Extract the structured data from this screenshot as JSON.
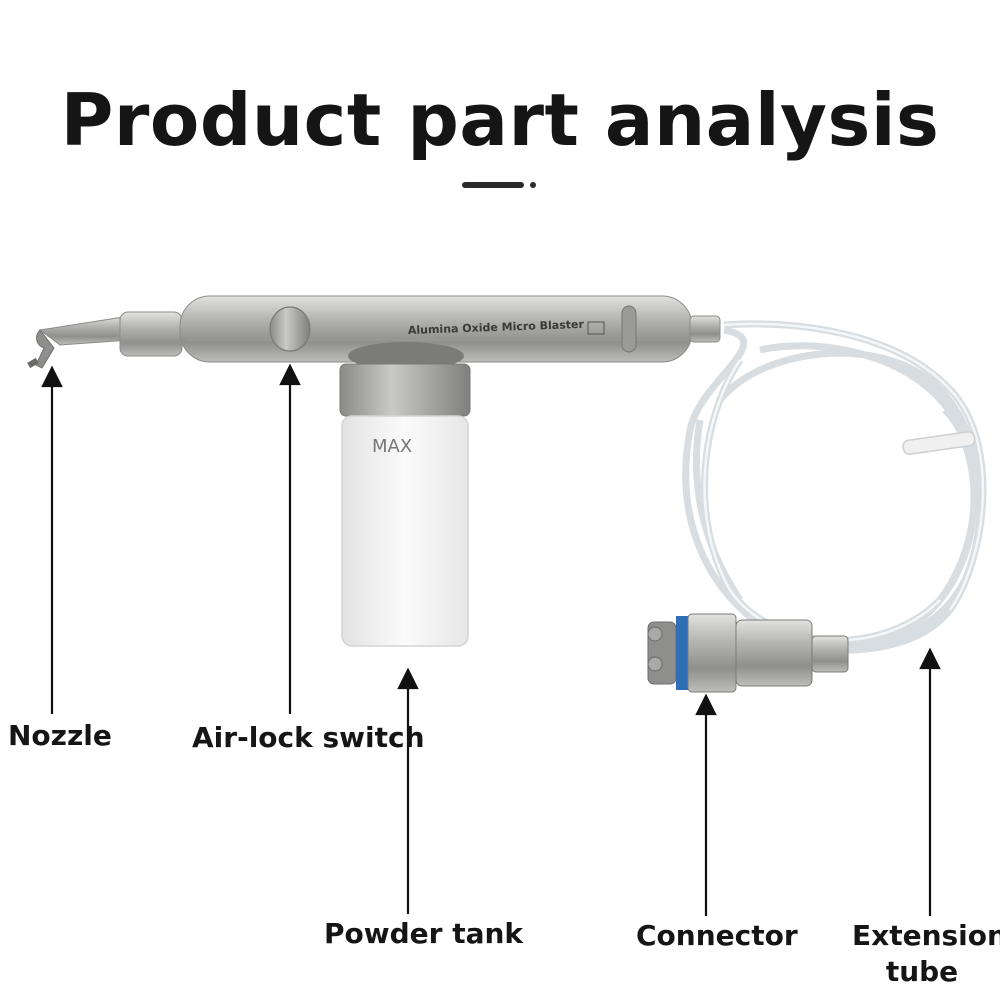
{
  "page": {
    "title": "Product part analysis"
  },
  "product": {
    "engraving": "Alumina Oxide Micro Blaster",
    "tank_marking": "MAX"
  },
  "labels": {
    "nozzle": "Nozzle",
    "air_lock_switch": "Air-lock switch",
    "powder_tank": "Powder tank",
    "connector": "Connector",
    "extension_tube_line1": "Extension",
    "extension_tube_line2": "tube"
  },
  "colors": {
    "metal": "#a9a9a7",
    "metal_dark": "#7d7d7b",
    "tank": "#eeeeee",
    "tube": "#d6dde0",
    "connector_ring": "#2f6fb6",
    "arrow": "#111111"
  }
}
